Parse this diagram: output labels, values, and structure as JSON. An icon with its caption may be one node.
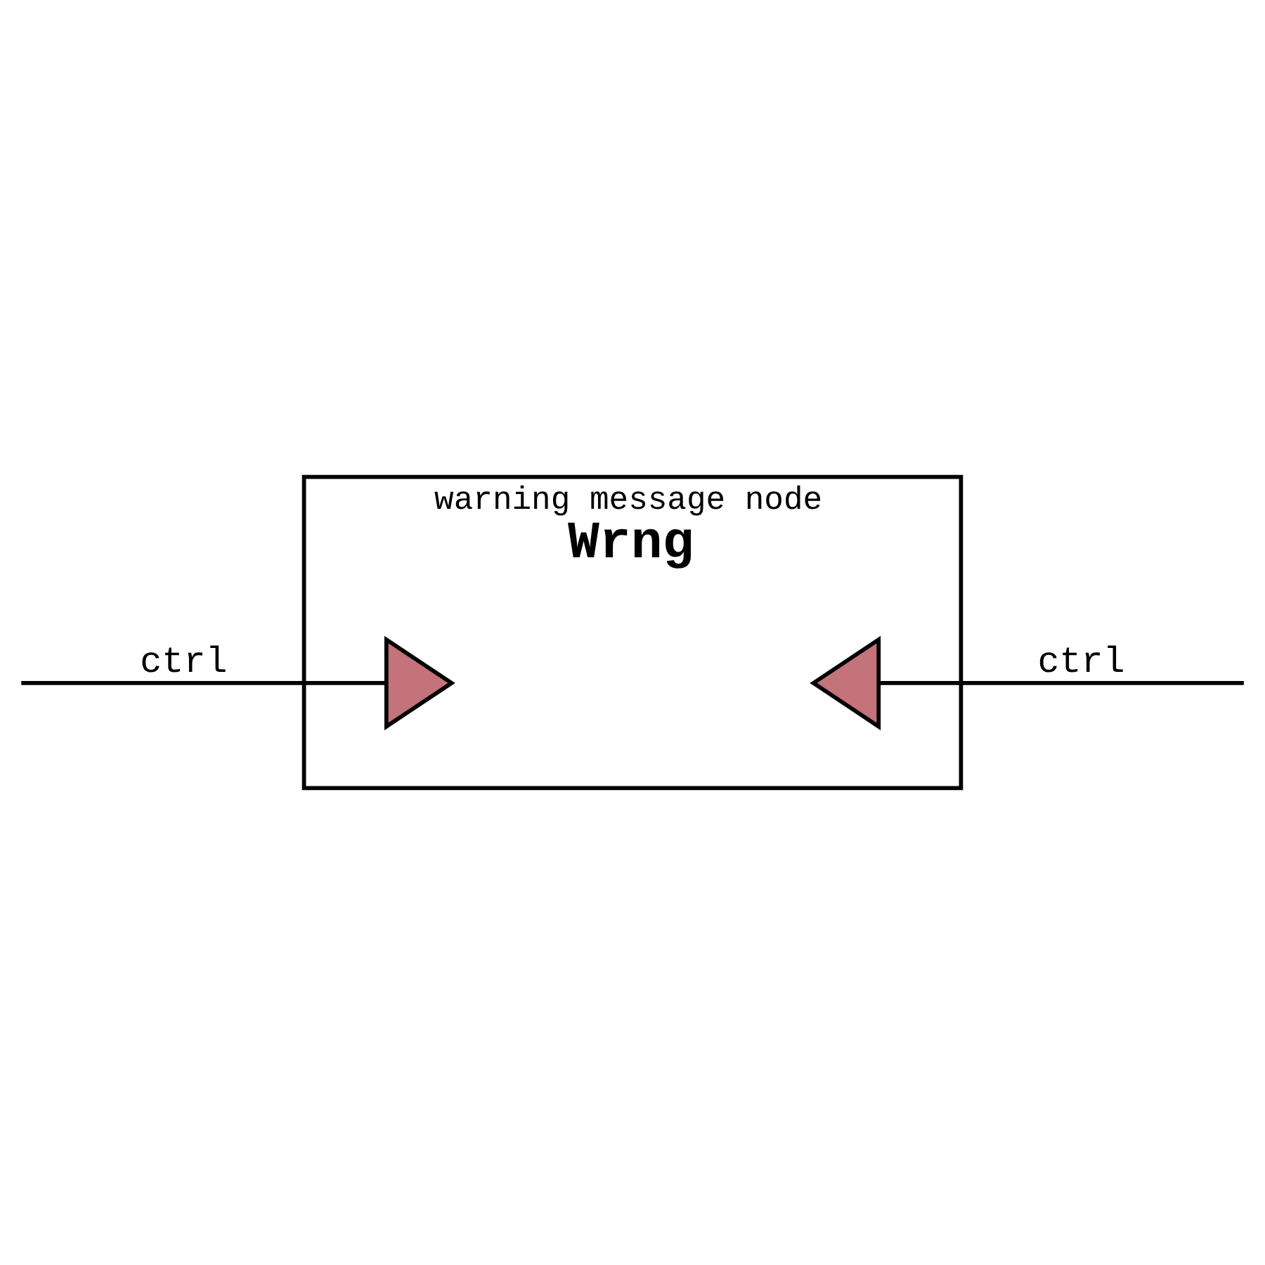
{
  "diagram": {
    "nodes": [
      {
        "text": [
          "warning message node",
          "Wrng"
        ]
      },
      {
        "text": [],
        "shape": "triangle",
        "in": 0
      },
      {
        "text": [],
        "shape": "triangle",
        "in": 0
      }
    ],
    "edges": [
      {
        "from": null,
        "to": 1,
        "arrow": "none",
        "label": "ctrl"
      },
      {
        "from": 2,
        "to": null,
        "arrow": "none",
        "label": "ctrl"
      }
    ]
  }
}
